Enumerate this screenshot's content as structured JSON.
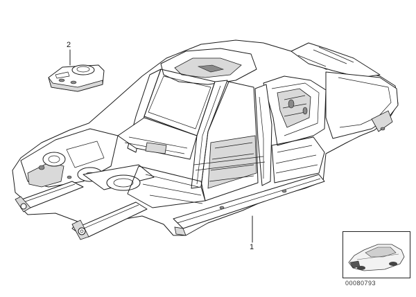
{
  "callouts": {
    "part_1": "1",
    "part_2": "2"
  },
  "diagram_id": "00080793",
  "parts": {
    "body_shell": "body-in-white",
    "cover": "small-cover-plate"
  }
}
